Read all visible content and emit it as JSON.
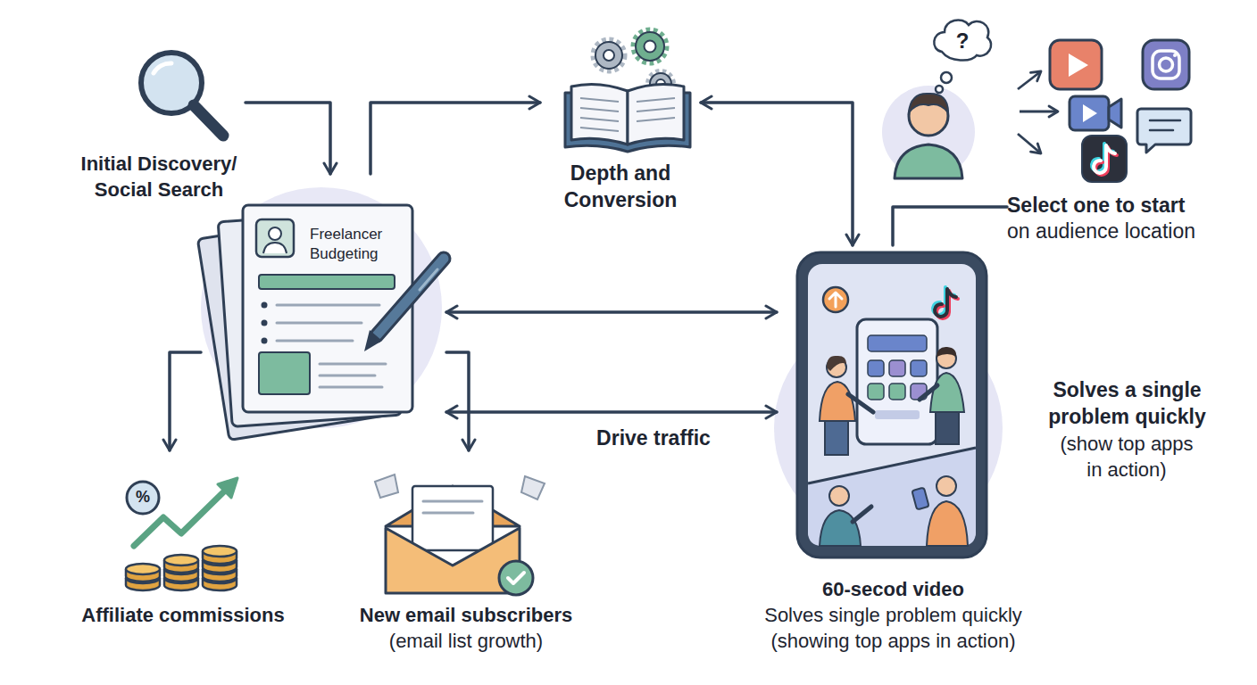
{
  "diagram": {
    "nodes": [
      {
        "text": [
          "Initial Discovery/ Social Search"
        ]
      },
      {
        "text": [
          "Depth and Conversion"
        ]
      },
      {
        "text": [
          "Select one to start",
          "on audience location"
        ]
      },
      {
        "text": [
          "Freelancer Budgeting"
        ]
      },
      {
        "text": [
          "60-secod video",
          "Solves single problem quickly (showing top apps in action)"
        ]
      },
      {
        "text": [
          "Affiliate commissions"
        ]
      },
      {
        "text": [
          "New email subscribers",
          "(email list growth)"
        ]
      }
    ],
    "edges": [
      {
        "from": 0,
        "to": 3,
        "arrow": "to"
      },
      {
        "from": 3,
        "to": 1,
        "arrow": "to"
      },
      {
        "from": 1,
        "to": 4,
        "arrow": "both"
      },
      {
        "from": 3,
        "to": 4,
        "arrow": "both"
      },
      {
        "from": 3,
        "to": 4,
        "label": "Drive traffic",
        "arrow": "both"
      },
      {
        "from": 3,
        "to": 5,
        "arrow": "to"
      },
      {
        "from": 3,
        "to": 6,
        "arrow": "to"
      },
      {
        "from": 4,
        "to": 2,
        "arrow": "none"
      }
    ],
    "labels": [
      "Solves a single problem quickly",
      "(show top apps in action)",
      "?",
      "%"
    ]
  }
}
